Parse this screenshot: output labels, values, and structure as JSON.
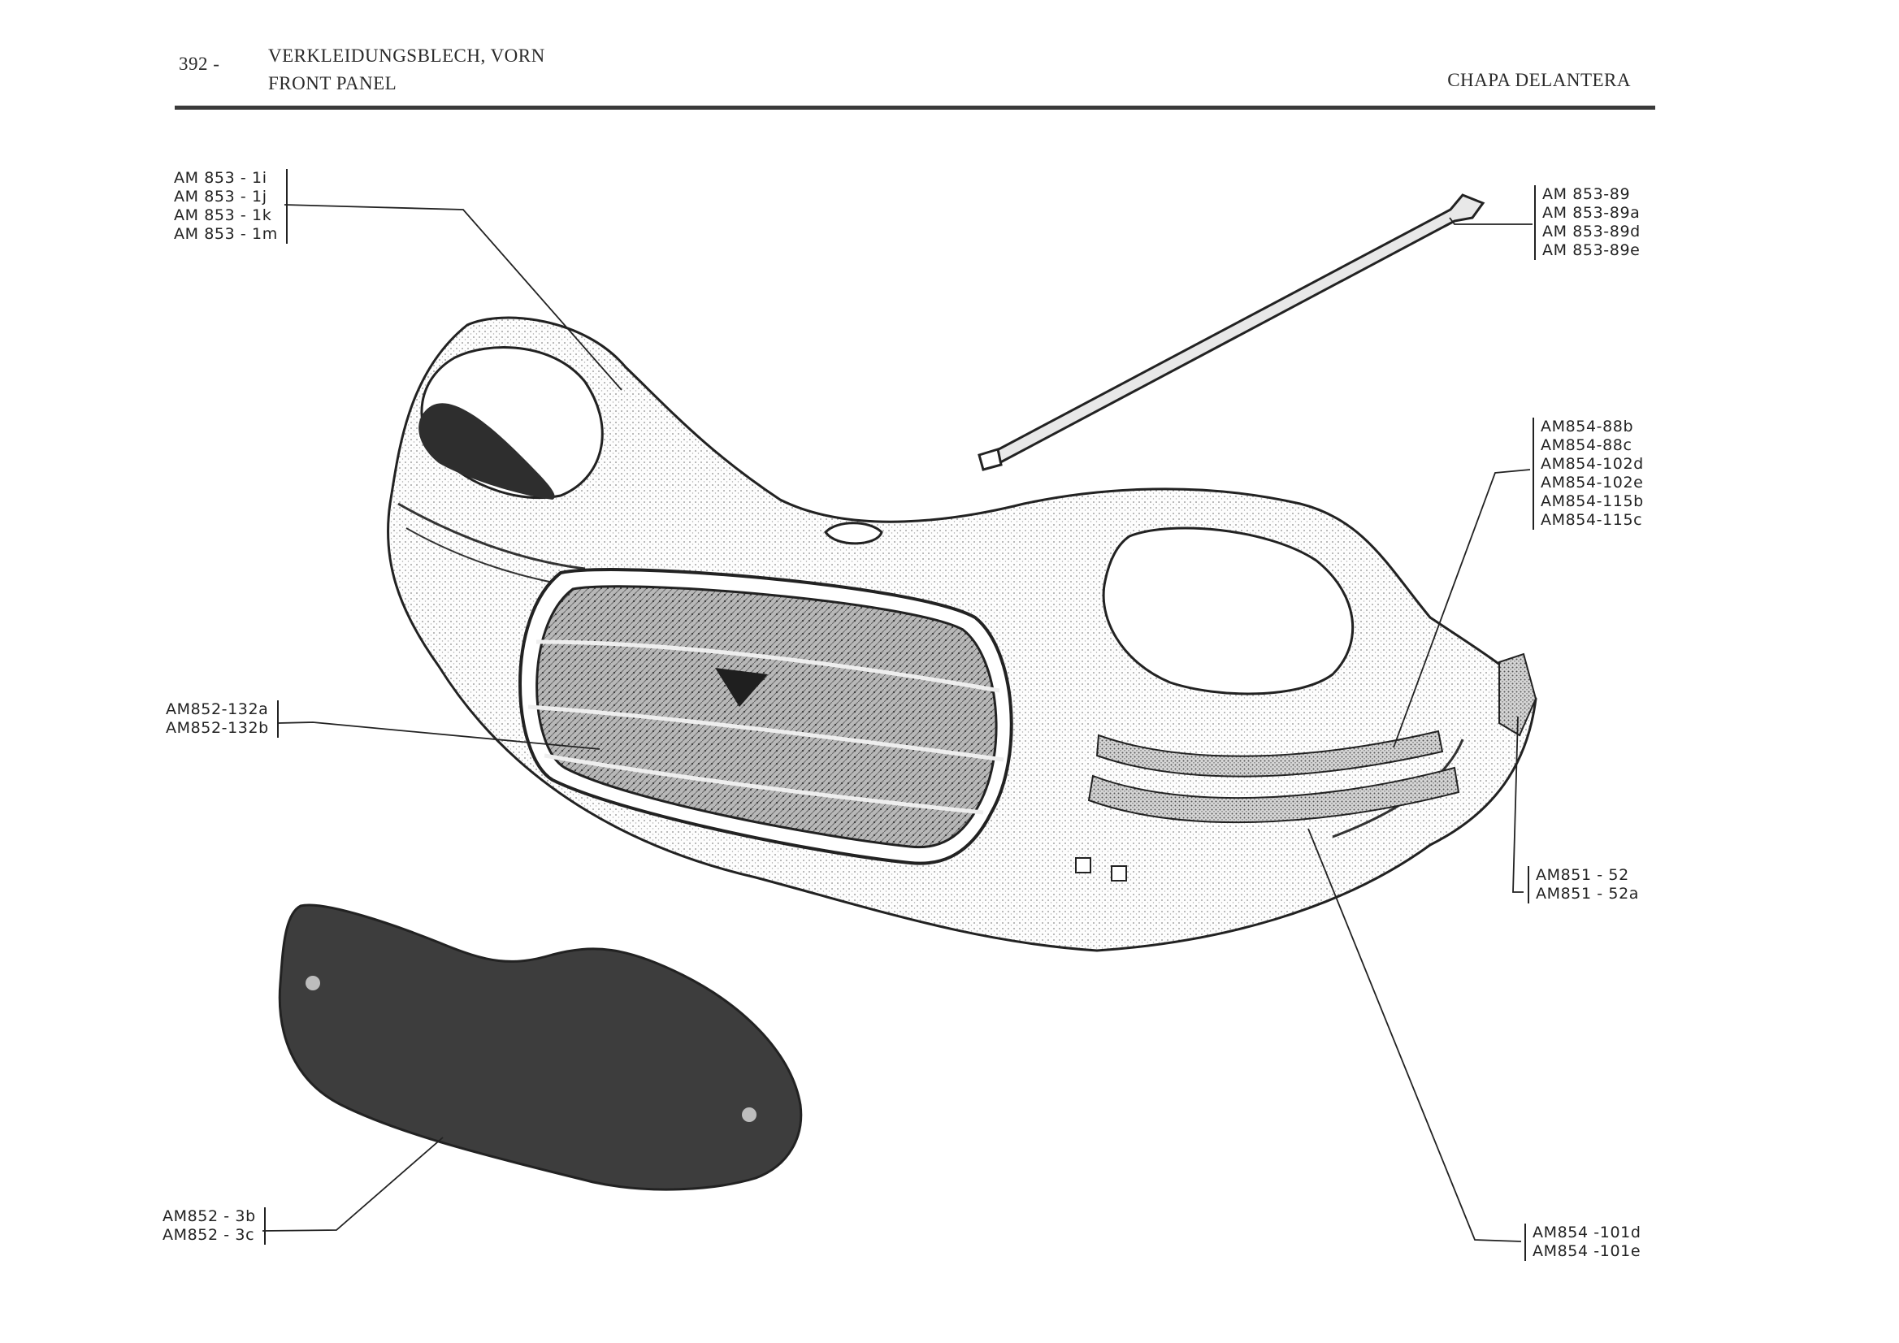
{
  "header": {
    "page_number": "392 -",
    "title_de": "VERKLEIDUNGSBLECH, VORN",
    "title_en": "FRONT PANEL",
    "title_es": "CHAPA DELANTERA"
  },
  "callouts": [
    {
      "part": "front-panel-body",
      "numbers": [
        "AM 853 - 1i",
        "AM 853 - 1j",
        "AM 853 - 1k",
        "AM 853 - 1m"
      ]
    },
    {
      "part": "support-strut",
      "numbers": [
        "AM 853-89",
        "AM 853-89a",
        "AM 853-89d",
        "AM 853-89e"
      ]
    },
    {
      "part": "headlamp-surround",
      "numbers": [
        "AM854-88b",
        "AM854-88c",
        "AM854-102d",
        "AM854-102e",
        "AM854-115b",
        "AM854-115c"
      ]
    },
    {
      "part": "grille",
      "numbers": [
        "AM852-132a",
        "AM852-132b"
      ]
    },
    {
      "part": "side-bracket",
      "numbers": [
        "AM851 - 52",
        "AM851 - 52a"
      ]
    },
    {
      "part": "cover-plate",
      "numbers": [
        "AM852 - 3b",
        "AM852 - 3c"
      ]
    },
    {
      "part": "lower-trim",
      "numbers": [
        "AM854 -101d",
        "AM854 -101e"
      ]
    }
  ]
}
